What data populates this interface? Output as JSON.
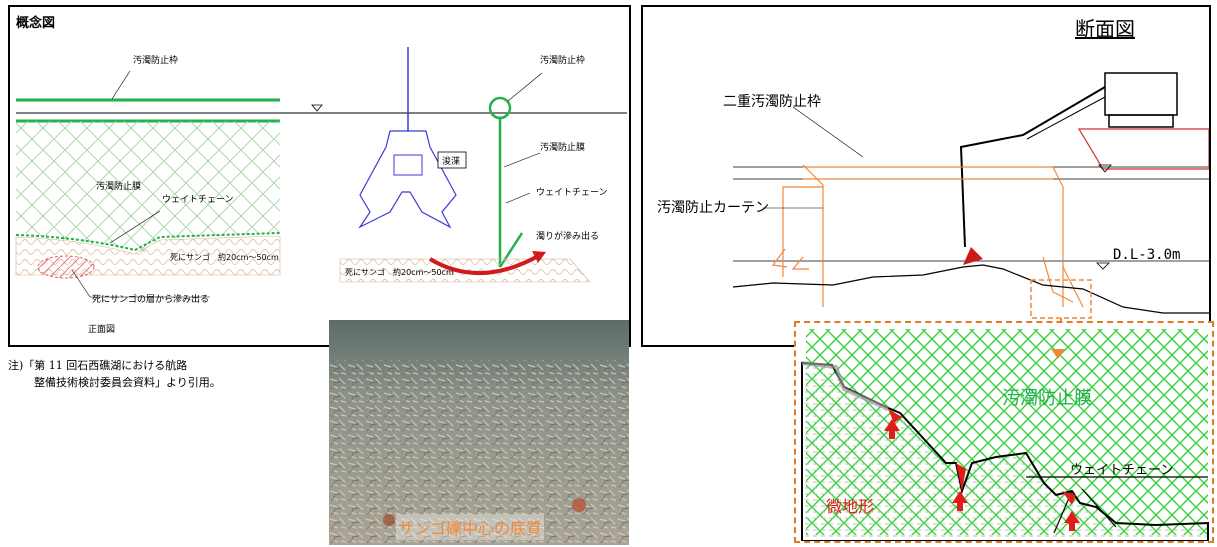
{
  "concept": {
    "title": "概念図",
    "labels": {
      "frame_left": "汚濁防止枠",
      "membrane_left": "汚濁防止膜",
      "chain_left": "ウェイトチェーン",
      "dead_coral_left": "死にサンゴ　約20cm～50cm",
      "seep_from_layer": "死にサンゴの層から滲み出る",
      "front_view": "正面図",
      "frame_right": "汚濁防止枠",
      "membrane_right": "汚濁防止膜",
      "chain_right": "ウェイトチェーン",
      "turbid_seep": "濁りが滲み出る",
      "dredge": "浚渫",
      "dead_coral_right": "死にサンゴ　約20cm～50cm"
    }
  },
  "section": {
    "title": "断面図",
    "labels": {
      "double_frame": "二重汚濁防止枠",
      "curtain": "汚濁防止カーテン",
      "depth": "D.L-3.0m"
    }
  },
  "note": {
    "line1": "注)「第 11 回石西礁湖における航路",
    "line2": "整備技術検討委員会資料」より引用。"
  },
  "photo": {
    "caption": "サンゴ礫中心の底質"
  },
  "detail": {
    "membrane": "汚濁防止膜",
    "chain": "ウェイトチェーン",
    "micro_terrain": "微地形"
  },
  "colors": {
    "green": "#22b14c",
    "orange": "#f0883a",
    "red": "#e21b1b",
    "blue": "#3b3bd6"
  }
}
